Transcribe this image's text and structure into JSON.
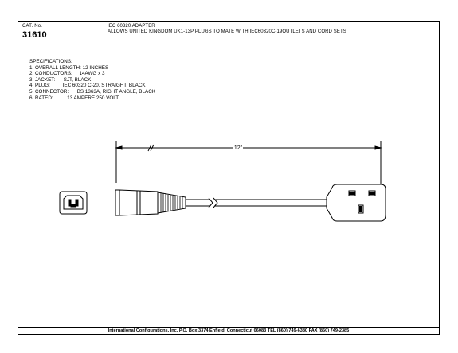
{
  "header": {
    "cat_label": "CAT. No.",
    "cat_number": "31610",
    "title": "IEC 60320 ADAPTER",
    "description": "ALLOWS UNITED KINGDOM UK1-13P PLUGS TO MATE WITH IEC60320C-19OUTLETS AND CORD SETS"
  },
  "specifications": {
    "heading": "SPECIFICATIONS:",
    "items": [
      "1. OVERALL LENGTH: 12 INCHES",
      "2. CONDUCTORS:     14AWG x 3",
      "3. JACKET:      SJT, BLACK",
      "4. PLUG:         IEC 60320 C-20, STRAIGHT, BLACK",
      "5. CONNECTOR:      BS 1363A, RIGHT ANGLE, BLACK",
      "6. RATED:          13 AMPERE 250 VOLT"
    ]
  },
  "drawing": {
    "length_label": "12\""
  },
  "footer": {
    "text": "International Configurations, Inc.  P.O. Box 3374  Enfield, Connecticut 06083 TEL (860) 749-6380  FAX (860) 749-2385"
  }
}
